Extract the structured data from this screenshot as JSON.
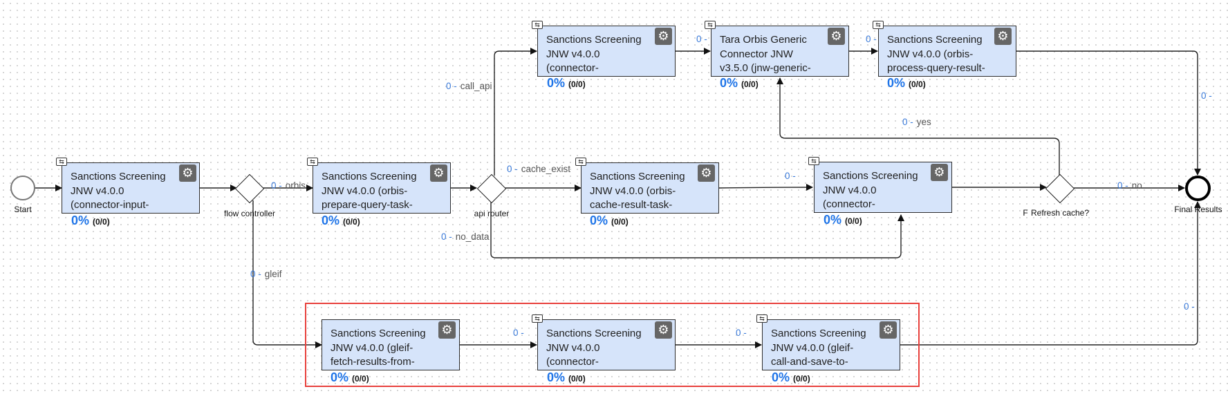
{
  "start_label": "Start",
  "final_label": "Final Results",
  "gateways": {
    "flow_controller": "flow controller",
    "api_router": "api router",
    "refresh_cache": "Refresh cache?",
    "refresh_cache_clipped": "F"
  },
  "tasks": {
    "input": {
      "title": "Sanctions Screening JNW v4.0.0 (connector-input-step-task-processor)",
      "percent": "0%",
      "count": "(0/0)"
    },
    "orbis_prepare": {
      "title": "Sanctions Screening JNW v4.0.0 (orbis-prepare-query-task-processor)",
      "percent": "0%",
      "count": "(0/0)"
    },
    "response_top": {
      "title": "Sanctions Screening JNW v4.0.0 (connector-response-step-task-processor)",
      "percent": "0%",
      "count": "(0/0)"
    },
    "tara_orbis": {
      "title": "Tara Orbis Generic Connector JNW v3.5.0 (jnw-generic-connector)",
      "percent": "0%",
      "count": "(0/0)"
    },
    "orbis_process": {
      "title": "Sanctions Screening JNW v4.0.0 (orbis-process-query-result-task-processor)",
      "percent": "0%",
      "count": "(0/0)"
    },
    "orbis_cache": {
      "title": "Sanctions Screening JNW v4.0.0 (orbis-cache-result-task-processor)",
      "percent": "0%",
      "count": "(0/0)"
    },
    "response_mid": {
      "title": "Sanctions Screening JNW v4.0.0 (connector-response-step-task-processor)",
      "percent": "0%",
      "count": "(0/0)"
    },
    "gleif_fetch": {
      "title": "Sanctions Screening JNW v4.0.0 (gleif-fetch-results-from-cache-task-processor)",
      "percent": "0%",
      "count": "(0/0)"
    },
    "response_bottom": {
      "title": "Sanctions Screening JNW v4.0.0 (connector-response-step-task-processor)",
      "percent": "0%",
      "count": "(0/0)"
    },
    "gleif_call": {
      "title": "Sanctions Screening JNW v4.0.0 (gleif-call-and-save-to-cache-task-processor)",
      "percent": "0%",
      "count": "(0/0)"
    }
  },
  "edges": {
    "orbis": {
      "count": "0",
      "label": "orbis"
    },
    "gleif": {
      "count": "0",
      "label": "gleif"
    },
    "call_api": {
      "count": "0",
      "label": "call_api"
    },
    "cache_exist": {
      "count": "0",
      "label": "cache_exist"
    },
    "no_data": {
      "count": "0",
      "label": "no_data"
    },
    "yes": {
      "count": "0",
      "label": "yes"
    },
    "no": {
      "count": "0",
      "label": "no"
    },
    "response_top_to_tara": {
      "count": "0",
      "label": ""
    },
    "tara_to_process": {
      "count": "0",
      "label": ""
    },
    "process_to_final": {
      "count": "0",
      "label": ""
    },
    "cache_to_response": {
      "count": "0",
      "label": ""
    },
    "fetch_to_response": {
      "count": "0",
      "label": ""
    },
    "response_to_call": {
      "count": "0",
      "label": ""
    },
    "call_to_final": {
      "count": "0",
      "label": ""
    }
  },
  "icons": {
    "gear": "gear-icon",
    "subprocess": "subprocess-marker-icon"
  },
  "colors": {
    "task_fill": "#d6e4fa",
    "progress": "#1e74e8",
    "highlight": "#e8403c",
    "edge_count": "#3a7ad9"
  }
}
